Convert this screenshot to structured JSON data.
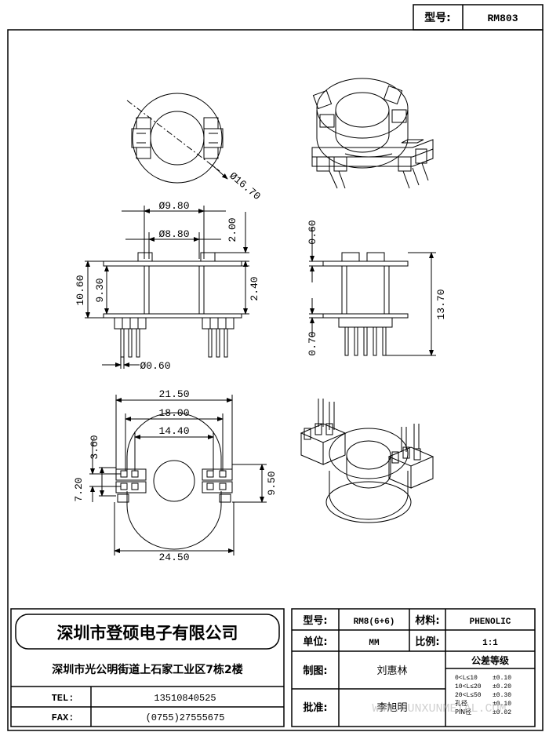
{
  "top_model": {
    "label": "型号:",
    "value": "RM803"
  },
  "dims": {
    "d16_70": "Ø16.70",
    "d9_80": "Ø9.80",
    "d8_80": "Ø8.80",
    "v2_00": "2.00",
    "v10_60": "10.60",
    "v9_30": "9.30",
    "v2_40": "2.40",
    "d0_60": "Ø0.60",
    "s0_60": "0.60",
    "s0_70": "0.70",
    "s13_70": "13.70",
    "b21_50": "21.50",
    "b18_00": "18.00",
    "b14_40": "14.40",
    "b24_50": "24.50",
    "b3_60": "3.60",
    "b7_20": "7.20",
    "b9_50": "9.50"
  },
  "company": {
    "name": "深圳市登硕电子有限公司",
    "address": "深圳市光公明街道上石家工业区7栋2楼",
    "tel_label": "TEL:",
    "tel": "13510840525",
    "fax_label": "FAX:",
    "fax": "(0755)27555675"
  },
  "spec": {
    "model_label": "型号:",
    "model_value": "RM8(6+6)",
    "material_label": "材料:",
    "material_value": "PHENOLIC",
    "unit_label": "单位:",
    "unit_value": "MM",
    "scale_label": "比例:",
    "scale_value": "1:1",
    "drawn_label": "制图:",
    "drawn_value": "刘惠林",
    "approve_label": "批准:",
    "approve_value": "李旭明",
    "tol_title": "公差等级",
    "tol_rows": [
      {
        "range": "0<L≤10",
        "tol": "±0.10"
      },
      {
        "range": "10<L≤20",
        "tol": "±0.20"
      },
      {
        "range": "20<L≤50",
        "tol": "±0.30"
      },
      {
        "range": "孔径",
        "tol": "±0.10"
      },
      {
        "range": "PIN径",
        "tol": "±0.02"
      }
    ]
  },
  "watermark": "WWW.YUNXUNMETAL.COM"
}
